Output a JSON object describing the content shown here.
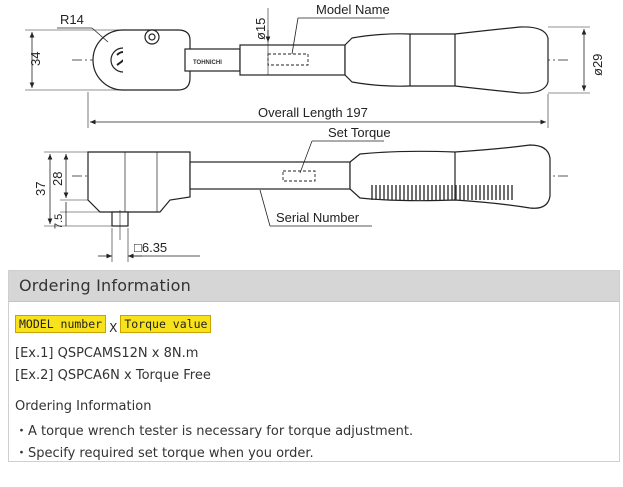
{
  "drawing": {
    "labels": {
      "model_name": "Model Name",
      "r14": "R14",
      "d15": "ø15",
      "h34": "34",
      "d29": "ø29",
      "overall_length": "Overall Length 197",
      "set_torque": "Set Torque",
      "h37": "37",
      "h28": "28",
      "h7_5": "7.5",
      "serial_number": "Serial Number",
      "square": "□6.35",
      "brand": "TOHNICHI"
    }
  },
  "ordering": {
    "header": "Ordering Information",
    "formula": {
      "model_tag": "MODEL number",
      "times": "X",
      "torque_tag": "Torque value"
    },
    "examples": [
      "[Ex.1] QSPCAMS12N x 8N.m",
      "[Ex.2] QSPCA6N x Torque Free"
    ],
    "subheading": "Ordering Information",
    "notes": [
      "・A torque wrench tester is necessary for torque adjustment.",
      "・Specify required set torque when you order."
    ]
  }
}
